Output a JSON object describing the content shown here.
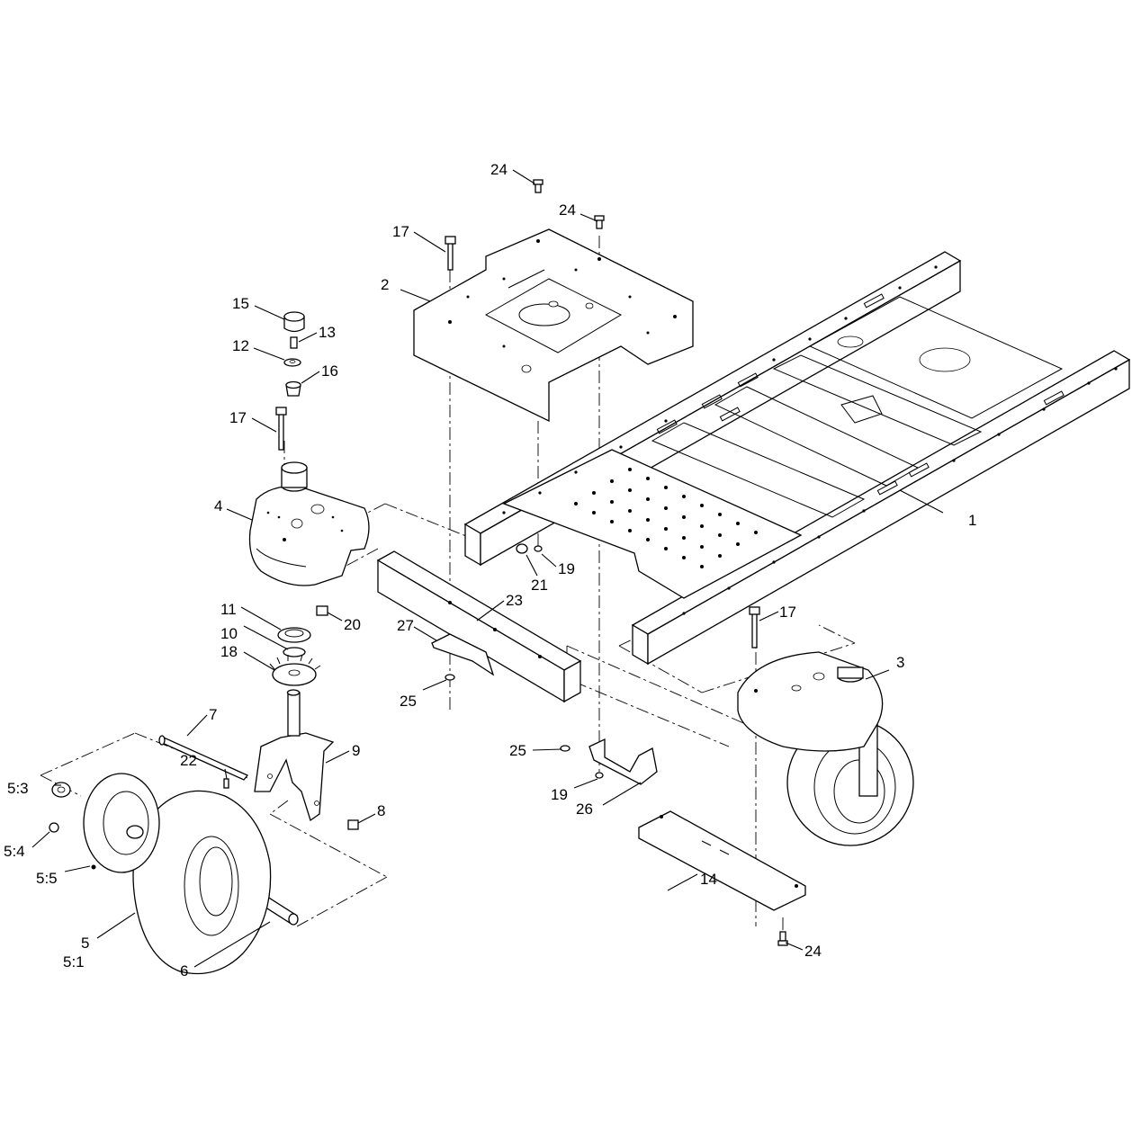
{
  "diagram": {
    "callouts": [
      {
        "id": "c1",
        "label": "1"
      },
      {
        "id": "c2",
        "label": "2"
      },
      {
        "id": "c3",
        "label": "3"
      },
      {
        "id": "c4",
        "label": "4"
      },
      {
        "id": "c5",
        "label": "5"
      },
      {
        "id": "c5_1",
        "label": "5:1"
      },
      {
        "id": "c5_3",
        "label": "5:3"
      },
      {
        "id": "c5_4",
        "label": "5:4"
      },
      {
        "id": "c5_5",
        "label": "5:5"
      },
      {
        "id": "c6",
        "label": "6"
      },
      {
        "id": "c7",
        "label": "7"
      },
      {
        "id": "c8",
        "label": "8"
      },
      {
        "id": "c9",
        "label": "9"
      },
      {
        "id": "c10",
        "label": "10"
      },
      {
        "id": "c11",
        "label": "11"
      },
      {
        "id": "c12",
        "label": "12"
      },
      {
        "id": "c13",
        "label": "13"
      },
      {
        "id": "c14",
        "label": "14"
      },
      {
        "id": "c15",
        "label": "15"
      },
      {
        "id": "c16",
        "label": "16"
      },
      {
        "id": "c17a",
        "label": "17"
      },
      {
        "id": "c17b",
        "label": "17"
      },
      {
        "id": "c17c",
        "label": "17"
      },
      {
        "id": "c18",
        "label": "18"
      },
      {
        "id": "c19a",
        "label": "19"
      },
      {
        "id": "c19b",
        "label": "19"
      },
      {
        "id": "c20",
        "label": "20"
      },
      {
        "id": "c21",
        "label": "21"
      },
      {
        "id": "c22",
        "label": "22"
      },
      {
        "id": "c23",
        "label": "23"
      },
      {
        "id": "c24a",
        "label": "24"
      },
      {
        "id": "c24b",
        "label": "24"
      },
      {
        "id": "c24c",
        "label": "24"
      },
      {
        "id": "c25a",
        "label": "25"
      },
      {
        "id": "c25b",
        "label": "25"
      },
      {
        "id": "c26",
        "label": "26"
      },
      {
        "id": "c27",
        "label": "27"
      }
    ]
  }
}
